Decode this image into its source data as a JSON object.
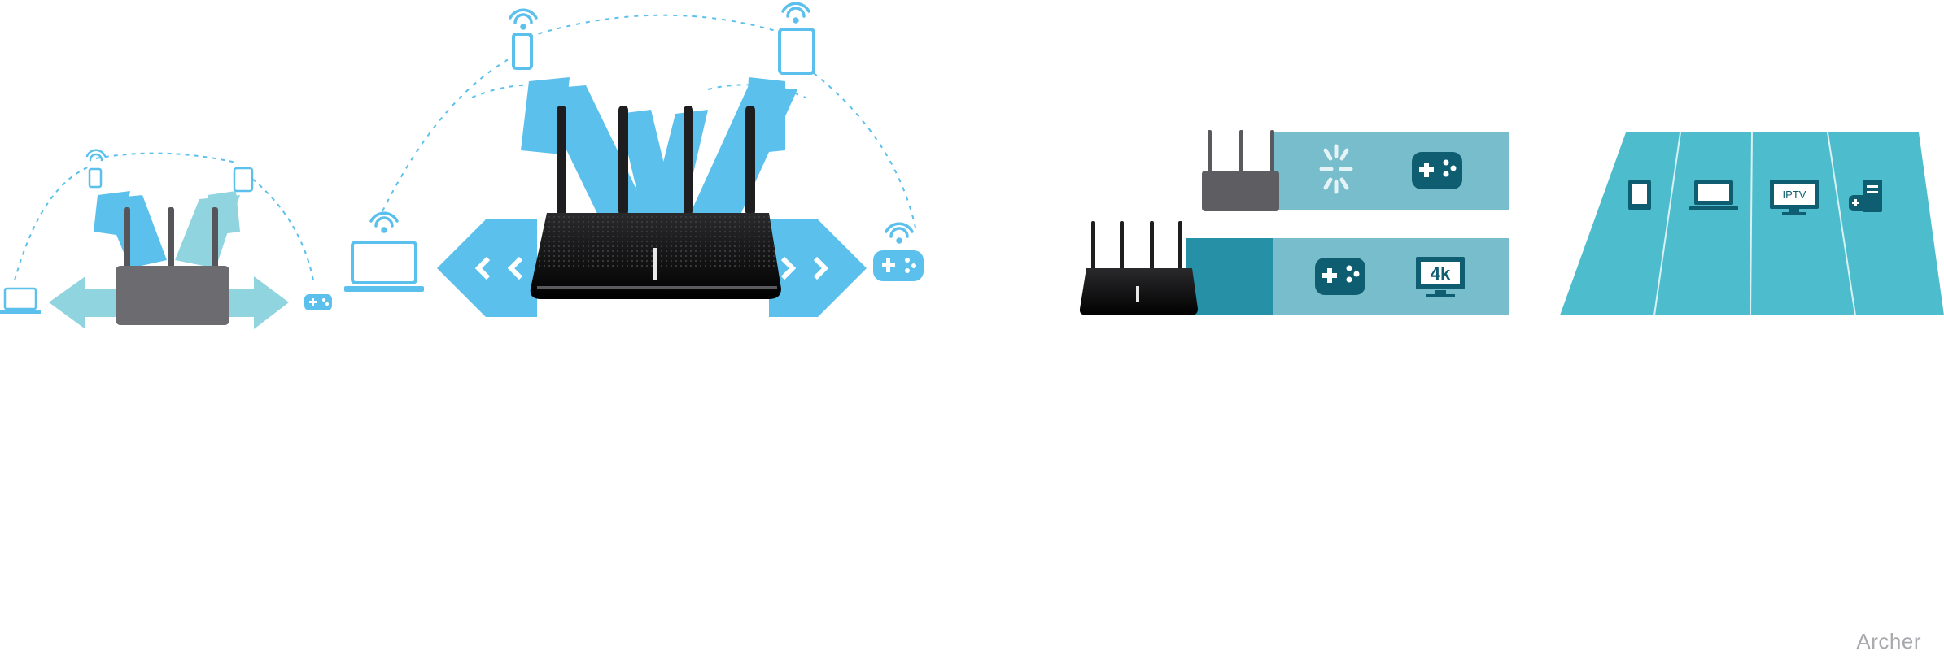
{
  "brand": {
    "wordmark": "Archer"
  },
  "panels": {
    "beamforming_small": {
      "router_color": "#6b6b70",
      "beam_color": "#5bc0eb",
      "beam_light": "#8fd4de"
    },
    "beamforming_large": {
      "router_color": "#1c1c1e",
      "beam_color": "#5bc0eb"
    },
    "qos_compare": {
      "bar_color": "#77bdcc",
      "bar_dark": "#2590a6",
      "icon_color": "#0f5d70",
      "tv_label": "4k"
    },
    "wide_coverage": {
      "fill_color": "#4dbccc",
      "tv_label": "IPTV"
    }
  },
  "icons": [
    "wifi-icon",
    "phone-icon",
    "tablet-icon",
    "laptop-icon",
    "gamepad-icon",
    "spinner-icon",
    "tv-icon",
    "server-icon"
  ]
}
